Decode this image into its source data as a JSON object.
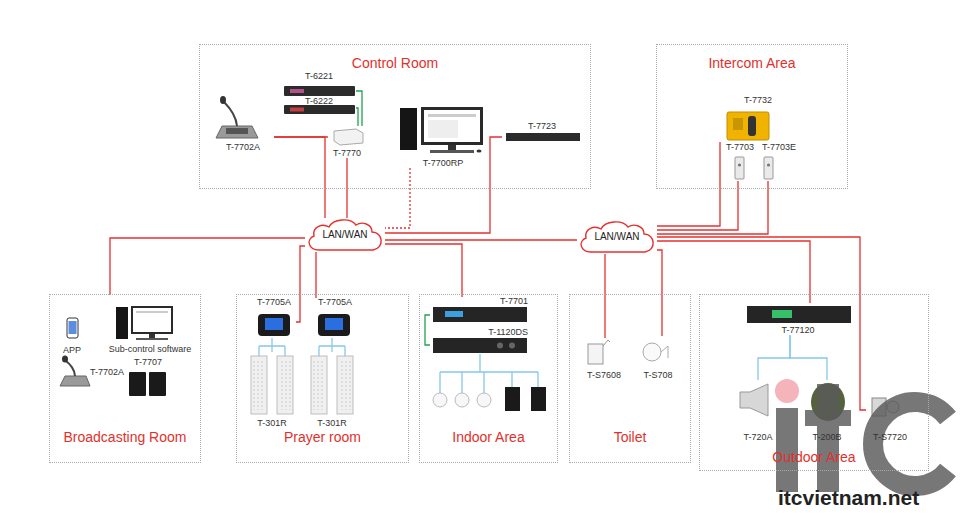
{
  "diagram": {
    "nodes": [
      {
        "text": [
          "Control Room"
        ]
      },
      {
        "text": [
          "T-6221"
        ],
        "in": 0
      },
      {
        "text": [
          "T-6222"
        ],
        "in": 0
      },
      {
        "text": [
          "T-7702A"
        ],
        "in": 0
      },
      {
        "text": [
          "T-7770"
        ],
        "in": 0
      },
      {
        "text": [
          "T-7700RP"
        ],
        "in": 0
      },
      {
        "text": [
          "T-7723"
        ],
        "in": 0
      },
      {
        "text": [
          "Intercom Area"
        ]
      },
      {
        "text": [
          "T-7732"
        ],
        "in": 7
      },
      {
        "text": [
          "T-7703"
        ],
        "in": 7
      },
      {
        "text": [
          "T-7703E"
        ],
        "in": 7
      },
      {
        "text": [
          "LAN/WAN"
        ]
      },
      {
        "text": [
          "LAN/WAN"
        ]
      },
      {
        "text": [
          "Broadcasting Room"
        ]
      },
      {
        "text": [
          "APP"
        ],
        "in": 13
      },
      {
        "text": [
          "Sub-control software"
        ],
        "in": 13
      },
      {
        "text": [
          "T-7702A"
        ],
        "in": 13
      },
      {
        "text": [
          "T-7707"
        ],
        "in": 13
      },
      {
        "text": [
          "Prayer room"
        ]
      },
      {
        "text": [
          "T-7705A"
        ],
        "in": 18
      },
      {
        "text": [
          "T-7705A"
        ],
        "in": 18
      },
      {
        "text": [
          "T-301R"
        ],
        "in": 18
      },
      {
        "text": [
          "T-301R"
        ],
        "in": 18
      },
      {
        "text": [
          "Indoor Area"
        ]
      },
      {
        "text": [
          "T-7701"
        ],
        "in": 23
      },
      {
        "text": [
          "T-1120DS"
        ],
        "in": 23
      },
      {
        "text": [
          "Toilet"
        ]
      },
      {
        "text": [
          "T-S7608"
        ],
        "in": 26
      },
      {
        "text": [
          "T-S708"
        ],
        "in": 26
      },
      {
        "text": [
          "Outdoor Area"
        ]
      },
      {
        "text": [
          "T-77120"
        ],
        "in": 29
      },
      {
        "text": [
          "T-720A"
        ],
        "in": 29
      },
      {
        "text": [
          "T-200B"
        ],
        "in": 29
      },
      {
        "text": [
          "T-S7720"
        ],
        "in": 29
      }
    ],
    "edges": [
      {
        "from": 3,
        "to": 11,
        "arrow": "none"
      },
      {
        "from": 3,
        "to": 4,
        "arrow": "none"
      },
      {
        "from": 1,
        "to": 4,
        "arrow": "none"
      },
      {
        "from": 2,
        "to": 4,
        "arrow": "none"
      },
      {
        "from": 4,
        "to": 11,
        "arrow": "none"
      },
      {
        "from": 5,
        "to": 11,
        "arrow": "none"
      },
      {
        "from": 6,
        "to": 11,
        "arrow": "none"
      },
      {
        "from": 11,
        "to": 13,
        "arrow": "none"
      },
      {
        "from": 11,
        "to": 19,
        "arrow": "none"
      },
      {
        "from": 11,
        "to": 20,
        "arrow": "none"
      },
      {
        "from": 11,
        "to": 24,
        "arrow": "none"
      },
      {
        "from": 11,
        "to": 12,
        "arrow": "none"
      },
      {
        "from": 12,
        "to": 8,
        "arrow": "none"
      },
      {
        "from": 12,
        "to": 9,
        "arrow": "none"
      },
      {
        "from": 12,
        "to": 10,
        "arrow": "none"
      },
      {
        "from": 12,
        "to": 27,
        "arrow": "none"
      },
      {
        "from": 12,
        "to": 28,
        "arrow": "none"
      },
      {
        "from": 12,
        "to": 30,
        "arrow": "none"
      },
      {
        "from": 12,
        "to": 33,
        "arrow": "none"
      },
      {
        "from": 19,
        "to": 21,
        "arrow": "none"
      },
      {
        "from": 20,
        "to": 22,
        "arrow": "none"
      },
      {
        "from": 24,
        "to": 25,
        "arrow": "none"
      },
      {
        "from": 30,
        "to": 31,
        "arrow": "none"
      },
      {
        "from": 30,
        "to": 32,
        "arrow": "none"
      }
    ],
    "labels": [
      "itcvietnam.net"
    ]
  }
}
